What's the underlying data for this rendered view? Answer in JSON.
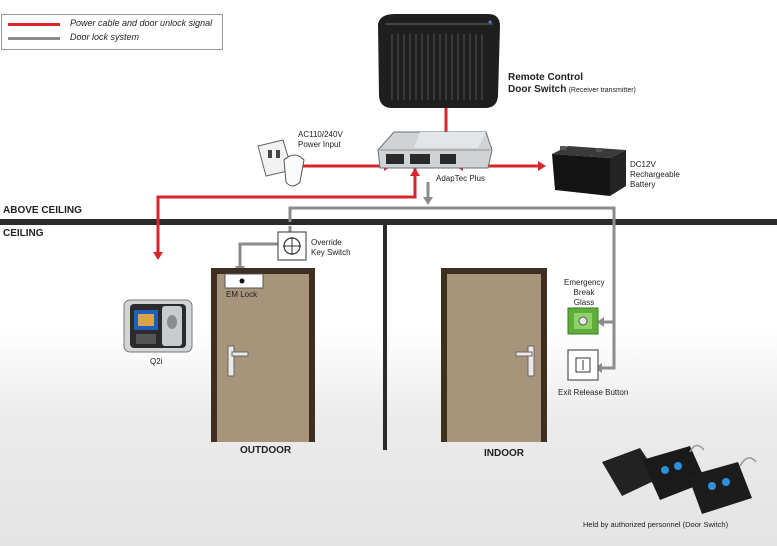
{
  "legend": {
    "power_label": "Power cable and door unlock signal",
    "lock_label": "Door lock system",
    "power_color": "#d6262b",
    "lock_color": "#8c8c8c"
  },
  "remote": {
    "title_line1": "Remote Control",
    "title_line2": "Door Switch",
    "subtitle": "(Receiver transmitter)"
  },
  "power_input": {
    "line1": "AC110/240V",
    "line2": "Power Input"
  },
  "controller": {
    "label": "AdapTec Plus"
  },
  "battery": {
    "line1": "DC12V",
    "line2": "Rechargeable",
    "line3": "Battery"
  },
  "zones": {
    "above": "ABOVE CEILING",
    "ceiling": "CEILING"
  },
  "override": {
    "line1": "Override",
    "line2": "Key Switch"
  },
  "emlock": {
    "label": "EM Lock"
  },
  "reader": {
    "label": "Q2i"
  },
  "emergency": {
    "line1": "Emergency",
    "line2": "Break",
    "line3": "Glass"
  },
  "exit_button": {
    "label": "Exit Release Button"
  },
  "doors": {
    "outdoor": "OUTDOOR",
    "indoor": "INDOOR"
  },
  "remotes": {
    "caption": "Held by authorized personnel (Door Switch)"
  }
}
